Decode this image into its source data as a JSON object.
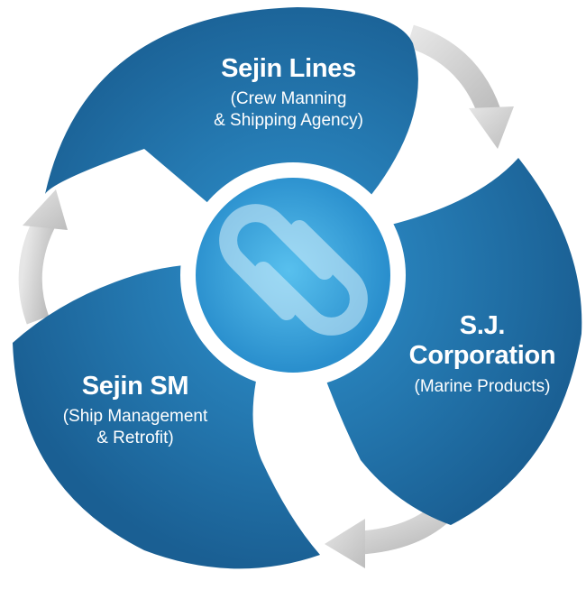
{
  "diagram": {
    "segments": [
      {
        "id": "sejin-lines",
        "title": "Sejin Lines",
        "subtitle_line1": "(Crew Manning",
        "subtitle_line2": "& Shipping Agency)"
      },
      {
        "id": "sj-corporation",
        "title_line1": "S.J.",
        "title_line2": "Corporation",
        "subtitle_line1": "(Marine Products)"
      },
      {
        "id": "sejin-sm",
        "title": "Sejin SM",
        "subtitle_line1": "(Ship Management",
        "subtitle_line2": "& Retrofit)"
      }
    ],
    "center_logo": "sejin-s-logo",
    "arrow_icon": "cycle-arrow-icon",
    "colors": {
      "blade_light": "#2f93cf",
      "blade_dark": "#1a5f93",
      "hub_light": "#58c0ee",
      "hub_dark": "#2a8fcd",
      "arrow": "#d0d0d0"
    }
  }
}
